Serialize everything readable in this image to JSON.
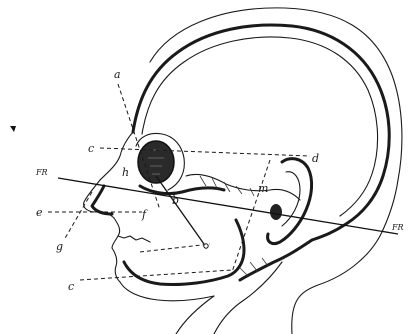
{
  "labels": {
    "a": "a",
    "c_top": "c",
    "h": "h",
    "d": "d",
    "m": "m",
    "b": "b",
    "e": "e",
    "f": "f",
    "g": "g",
    "c_bottom": "c",
    "fr_left": "FR",
    "fr_right": "FR"
  }
}
